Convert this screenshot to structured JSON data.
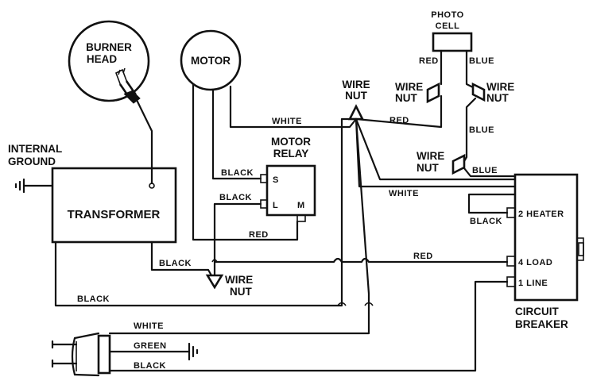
{
  "labels": {
    "burner_head_1": "BURNER",
    "burner_head_2": "HEAD",
    "motor": "MOTOR",
    "photo_cell_1": "PHOTO",
    "photo_cell_2": "CELL",
    "internal_ground_1": "INTERNAL",
    "internal_ground_2": "GROUND",
    "transformer": "TRANSFORMER",
    "motor_relay_1": "MOTOR",
    "motor_relay_2": "RELAY",
    "relay_s": "S",
    "relay_l": "L",
    "relay_m": "M",
    "wire_nut_word": "WIRE",
    "nut_word": "NUT",
    "breaker_heater": "2 HEATER",
    "breaker_load": "4 LOAD",
    "breaker_line": "1 LINE",
    "circuit_breaker_1": "CIRCUIT",
    "circuit_breaker_2": "BREAKER"
  },
  "wire_colors": {
    "red": "RED",
    "blue": "BLUE",
    "white": "WHITE",
    "black": "BLACK",
    "green": "GREEN"
  }
}
